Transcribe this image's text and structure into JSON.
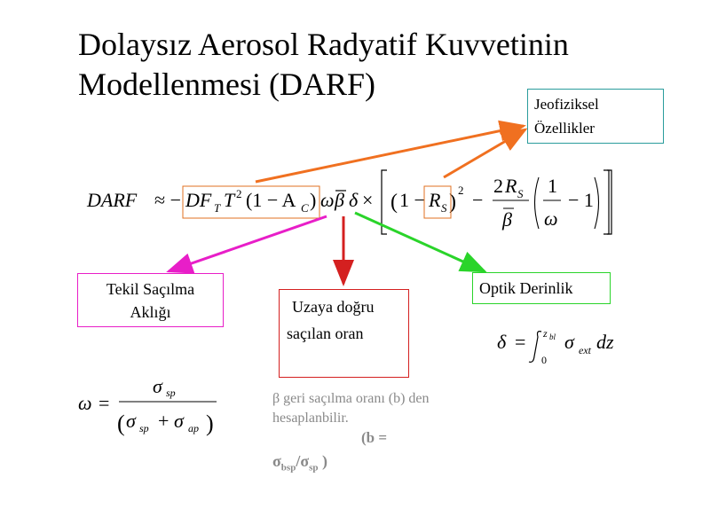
{
  "slide": {
    "title_line1": "Dolaysız Aerosol Radyatif Kuvvetinin",
    "title_line2": "Modellenmesi (DARF)"
  },
  "labels": {
    "geo_line1": "Jeofiziksel",
    "geo_line2": "Özellikler",
    "tekil_line1": "Tekil Saçılma",
    "tekil_line2": "Aklığı",
    "uzaya_line1": "Uzaya doğru",
    "uzaya_line2": "saçılan oran",
    "optik": "Optik Derinlik"
  },
  "note": {
    "line1": "β geri saçılma oranı (b) den hesaplanbilir.",
    "line2": "(b =",
    "sigma_bsp": "σ",
    "sub_bsp": "bsp",
    "slash": "/",
    "sigma_sp": "σ",
    "sub_sp": "sp",
    "close": ")"
  },
  "formulas": {
    "darf_label": "DARF",
    "approx": "≈",
    "omega": "ω",
    "delta": "δ",
    "equals": "=",
    "sigma_sp_sub": "sp",
    "sigma_ap_sub": "ap",
    "zbl": "z",
    "zbl_sub": "bl",
    "ext_sub": "ext",
    "dz": "dz",
    "zero": "0"
  },
  "colors": {
    "orange_arrow": "#f07020",
    "magenta_arrow": "#e81ec8",
    "red_arrow": "#d42020",
    "green_arrow": "#2ad42a",
    "orange_box": "#e07020",
    "geo_box": "#2a9c9c"
  }
}
